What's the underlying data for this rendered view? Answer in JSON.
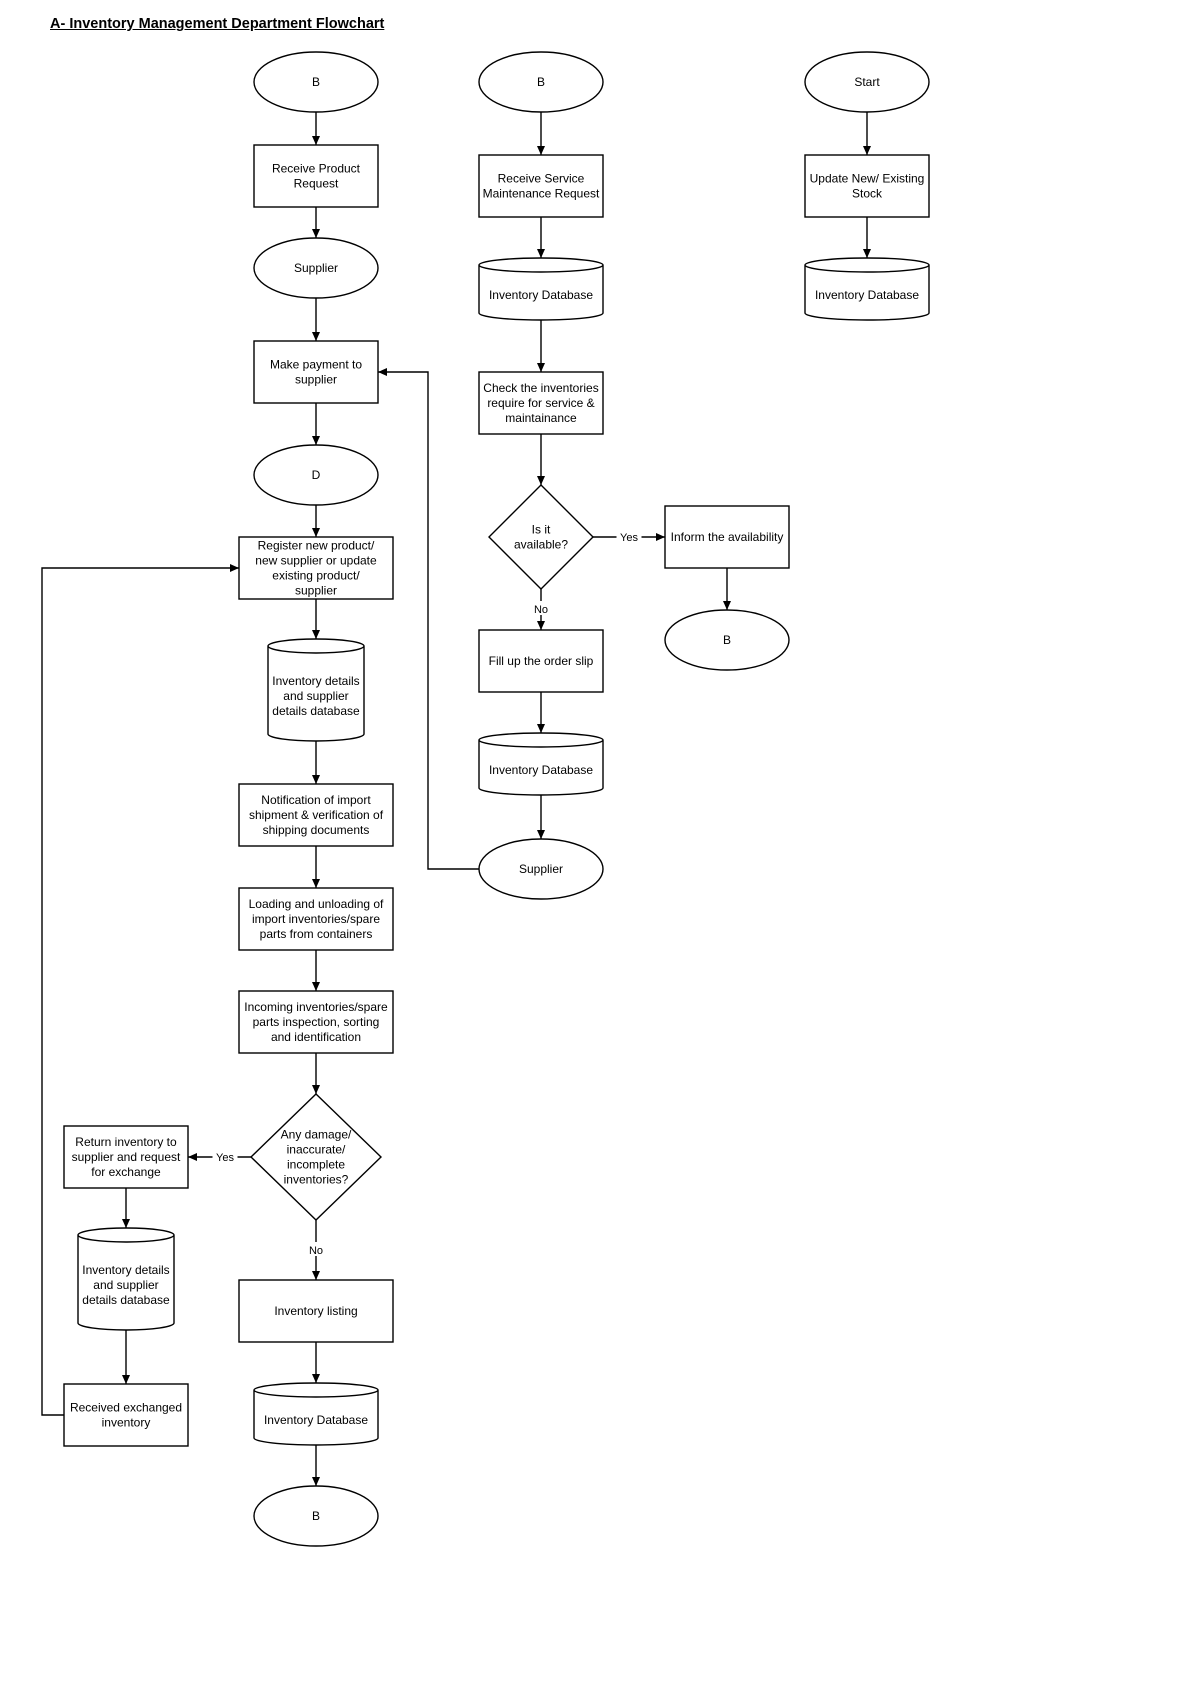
{
  "title": "A- Inventory Management Department Flowchart",
  "nodes": [
    {
      "id": "n_b_top_left",
      "name": "connector-b-top-left",
      "lines": [
        "B"
      ]
    },
    {
      "id": "n_receive_product",
      "name": "receive-product-request-step",
      "lines": [
        "Receive Product",
        "Request"
      ]
    },
    {
      "id": "n_supplier_left",
      "name": "supplier-terminal-left",
      "lines": [
        "Supplier"
      ]
    },
    {
      "id": "n_make_payment",
      "name": "make-payment-step",
      "lines": [
        "Make payment to",
        "supplier"
      ]
    },
    {
      "id": "n_d",
      "name": "connector-d",
      "lines": [
        "D"
      ]
    },
    {
      "id": "n_register",
      "name": "register-product-step",
      "lines": [
        "Register new product/",
        "new supplier or update",
        "existing product/",
        "supplier"
      ]
    },
    {
      "id": "n_db_details_1",
      "name": "inventory-supplier-database-1",
      "lines": [
        "Inventory details",
        "and supplier",
        "details database"
      ]
    },
    {
      "id": "n_notification",
      "name": "notification-import-step",
      "lines": [
        "Notification of import",
        "shipment & verification of",
        "shipping documents"
      ]
    },
    {
      "id": "n_loading",
      "name": "loading-unloading-step",
      "lines": [
        "Loading and unloading of",
        "import inventories/spare",
        "parts from containers"
      ]
    },
    {
      "id": "n_incoming",
      "name": "incoming-inspection-step",
      "lines": [
        "Incoming inventories/spare",
        "parts inspection, sorting",
        "and identification"
      ]
    },
    {
      "id": "n_damage",
      "name": "damage-decision",
      "lines": [
        "Any damage/",
        "inaccurate/",
        "incomplete",
        "inventories?"
      ]
    },
    {
      "id": "n_return",
      "name": "return-inventory-step",
      "lines": [
        "Return inventory to",
        "supplier and request",
        "for exchange"
      ]
    },
    {
      "id": "n_db_details_2",
      "name": "inventory-supplier-database-2",
      "lines": [
        "Inventory details",
        "and supplier",
        "details database"
      ]
    },
    {
      "id": "n_received",
      "name": "received-exchanged-step",
      "lines": [
        "Received exchanged",
        "inventory"
      ]
    },
    {
      "id": "n_listing",
      "name": "inventory-listing-step",
      "lines": [
        "Inventory listing"
      ]
    },
    {
      "id": "n_db_listing",
      "name": "inventory-database-listing",
      "lines": [
        "Inventory Database"
      ]
    },
    {
      "id": "n_b_bottom",
      "name": "connector-b-bottom",
      "lines": [
        "B"
      ]
    },
    {
      "id": "n_b_top_mid",
      "name": "connector-b-top-middle",
      "lines": [
        "B"
      ]
    },
    {
      "id": "n_receive_service",
      "name": "receive-service-request-step",
      "lines": [
        "Receive Service",
        "Maintenance Request"
      ]
    },
    {
      "id": "n_db_mid_1",
      "name": "inventory-database-middle-1",
      "lines": [
        "Inventory Database"
      ]
    },
    {
      "id": "n_check",
      "name": "check-inventories-step",
      "lines": [
        "Check the inventories",
        "require for service &",
        "maintainance"
      ]
    },
    {
      "id": "n_available",
      "name": "availability-decision",
      "lines": [
        "Is it",
        "available?"
      ]
    },
    {
      "id": "n_inform",
      "name": "inform-availability-step",
      "lines": [
        "Inform the availability"
      ]
    },
    {
      "id": "n_b_right",
      "name": "connector-b-right",
      "lines": [
        "B"
      ]
    },
    {
      "id": "n_fill",
      "name": "fill-order-slip-step",
      "lines": [
        "Fill up the order slip"
      ]
    },
    {
      "id": "n_db_mid_2",
      "name": "inventory-database-middle-2",
      "lines": [
        "Inventory Database"
      ]
    },
    {
      "id": "n_supplier_mid",
      "name": "supplier-terminal-middle",
      "lines": [
        "Supplier"
      ]
    },
    {
      "id": "n_start",
      "name": "start-terminal",
      "lines": [
        "Start"
      ]
    },
    {
      "id": "n_update",
      "name": "update-stock-step",
      "lines": [
        "Update New/ Existing",
        "Stock"
      ]
    },
    {
      "id": "n_db_right",
      "name": "inventory-database-right",
      "lines": [
        "Inventory Database"
      ]
    }
  ],
  "edges": [
    {
      "from": "n_b_top_left",
      "to": "n_receive_product",
      "label": ""
    },
    {
      "from": "n_receive_product",
      "to": "n_supplier_left",
      "label": ""
    },
    {
      "from": "n_supplier_left",
      "to": "n_make_payment",
      "label": ""
    },
    {
      "from": "n_make_payment",
      "to": "n_d",
      "label": ""
    },
    {
      "from": "n_d",
      "to": "n_register",
      "label": ""
    },
    {
      "from": "n_register",
      "to": "n_db_details_1",
      "label": ""
    },
    {
      "from": "n_db_details_1",
      "to": "n_notification",
      "label": ""
    },
    {
      "from": "n_notification",
      "to": "n_loading",
      "label": ""
    },
    {
      "from": "n_loading",
      "to": "n_incoming",
      "label": ""
    },
    {
      "from": "n_incoming",
      "to": "n_damage",
      "label": ""
    },
    {
      "from": "n_damage",
      "to": "n_return",
      "label": "Yes"
    },
    {
      "from": "n_damage",
      "to": "n_listing",
      "label": "No"
    },
    {
      "from": "n_return",
      "to": "n_db_details_2",
      "label": ""
    },
    {
      "from": "n_db_details_2",
      "to": "n_received",
      "label": ""
    },
    {
      "from": "n_received",
      "to": "n_register",
      "label": ""
    },
    {
      "from": "n_listing",
      "to": "n_db_listing",
      "label": ""
    },
    {
      "from": "n_db_listing",
      "to": "n_b_bottom",
      "label": ""
    },
    {
      "from": "n_b_top_mid",
      "to": "n_receive_service",
      "label": ""
    },
    {
      "from": "n_receive_service",
      "to": "n_db_mid_1",
      "label": ""
    },
    {
      "from": "n_db_mid_1",
      "to": "n_check",
      "label": ""
    },
    {
      "from": "n_check",
      "to": "n_available",
      "label": ""
    },
    {
      "from": "n_available",
      "to": "n_inform",
      "label": "Yes"
    },
    {
      "from": "n_available",
      "to": "n_fill",
      "label": "No"
    },
    {
      "from": "n_inform",
      "to": "n_b_right",
      "label": ""
    },
    {
      "from": "n_fill",
      "to": "n_db_mid_2",
      "label": ""
    },
    {
      "from": "n_db_mid_2",
      "to": "n_supplier_mid",
      "label": ""
    },
    {
      "from": "n_supplier_mid",
      "to": "n_make_payment",
      "label": ""
    },
    {
      "from": "n_start",
      "to": "n_update",
      "label": ""
    },
    {
      "from": "n_update",
      "to": "n_db_right",
      "label": ""
    }
  ]
}
